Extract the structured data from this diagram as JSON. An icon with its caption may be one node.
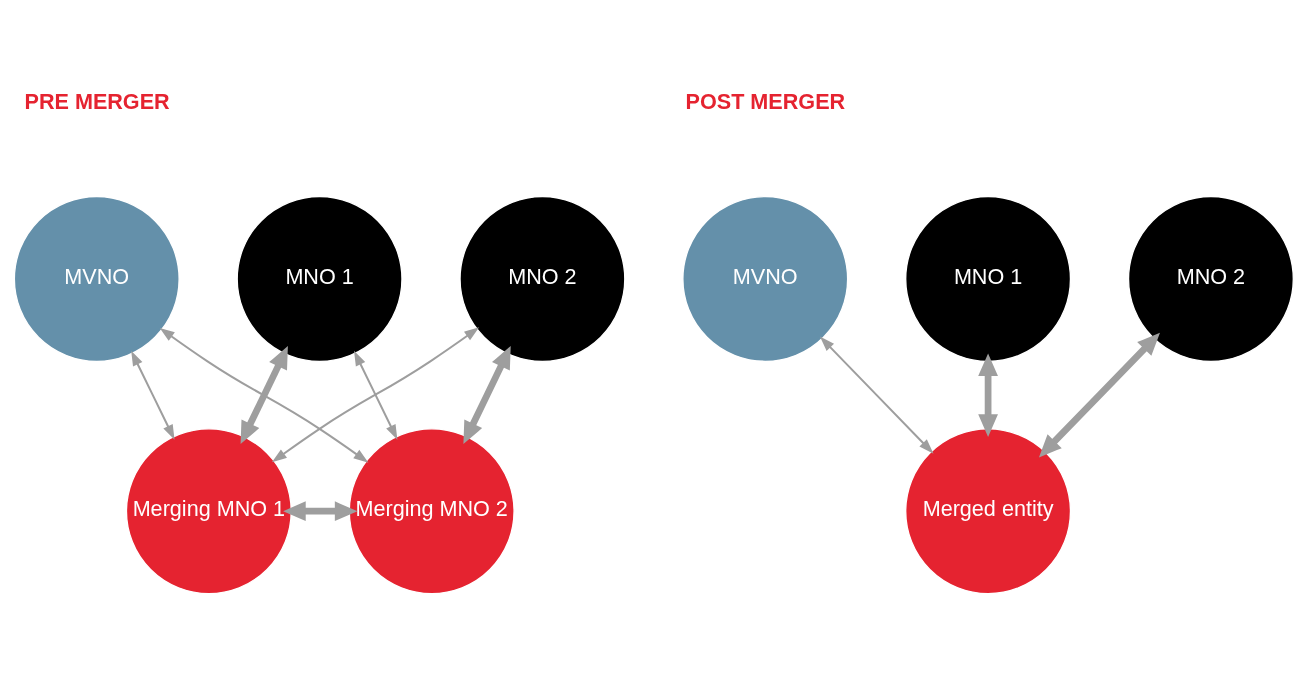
{
  "diagram": {
    "nodes": [
      {
        "text": [
          "MVNO"
        ]
      },
      {
        "text": [
          "MNO 1"
        ]
      },
      {
        "text": [
          "MNO 2"
        ]
      },
      {
        "text": [
          "Merging MNO 1"
        ]
      },
      {
        "text": [
          "Merging MNO 2"
        ]
      },
      {
        "text": [
          "MVNO"
        ]
      },
      {
        "text": [
          "MNO 1"
        ]
      },
      {
        "text": [
          "MNO 2"
        ]
      },
      {
        "text": [
          "Merged entity"
        ]
      }
    ],
    "edges": [
      {
        "from": 0,
        "to": 3,
        "arrow": "both"
      },
      {
        "from": 0,
        "to": 4,
        "arrow": "both"
      },
      {
        "from": 1,
        "to": 4,
        "arrow": "both"
      },
      {
        "from": 2,
        "to": 3,
        "arrow": "both"
      },
      {
        "from": 1,
        "to": 3,
        "arrow": "both",
        "style": "thick"
      },
      {
        "from": 2,
        "to": 4,
        "arrow": "both",
        "style": "thick"
      },
      {
        "from": 3,
        "to": 4,
        "arrow": "both",
        "style": "thick"
      },
      {
        "from": 5,
        "to": 8,
        "arrow": "both"
      },
      {
        "from": 6,
        "to": 8,
        "arrow": "both",
        "style": "thick"
      },
      {
        "from": 7,
        "to": 8,
        "arrow": "both",
        "style": "thick"
      }
    ],
    "labels": [
      "PRE MERGER",
      "POST MERGER"
    ]
  }
}
